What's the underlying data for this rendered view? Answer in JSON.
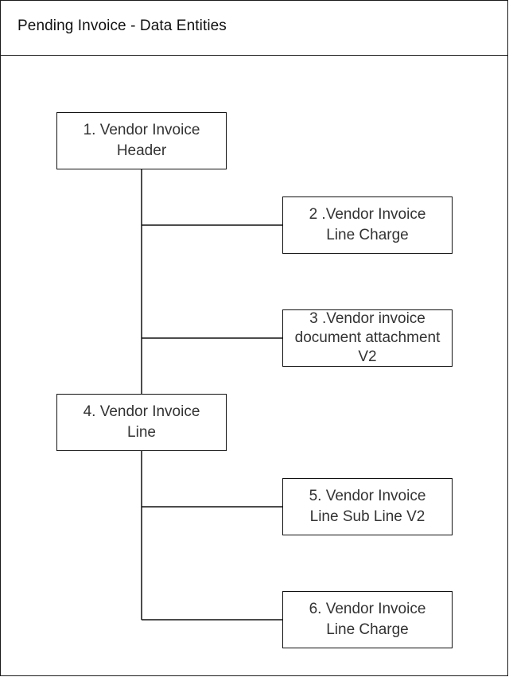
{
  "diagram": {
    "title": "Pending Invoice - Data Entities",
    "nodes": [
      {
        "id": "1",
        "label_lines": [
          "1. Vendor Invoice",
          "Header"
        ]
      },
      {
        "id": "2",
        "label_lines": [
          "2 .Vendor Invoice",
          "Line Charge"
        ]
      },
      {
        "id": "3",
        "label_lines": [
          "3 .Vendor invoice",
          "document attachment",
          "V2"
        ]
      },
      {
        "id": "4",
        "label_lines": [
          "4. Vendor Invoice",
          "Line"
        ]
      },
      {
        "id": "5",
        "label_lines": [
          "5. Vendor Invoice",
          "Line Sub Line V2"
        ]
      },
      {
        "id": "6",
        "label_lines": [
          "6. Vendor Invoice",
          "Line Charge"
        ]
      }
    ],
    "edges": [
      {
        "from": "1",
        "to": "2"
      },
      {
        "from": "1",
        "to": "3"
      },
      {
        "from": "1",
        "to": "4"
      },
      {
        "from": "4",
        "to": "5"
      },
      {
        "from": "4",
        "to": "6"
      }
    ],
    "colors": {
      "stroke": "#111111",
      "background": "#ffffff",
      "text": "#333333"
    }
  }
}
